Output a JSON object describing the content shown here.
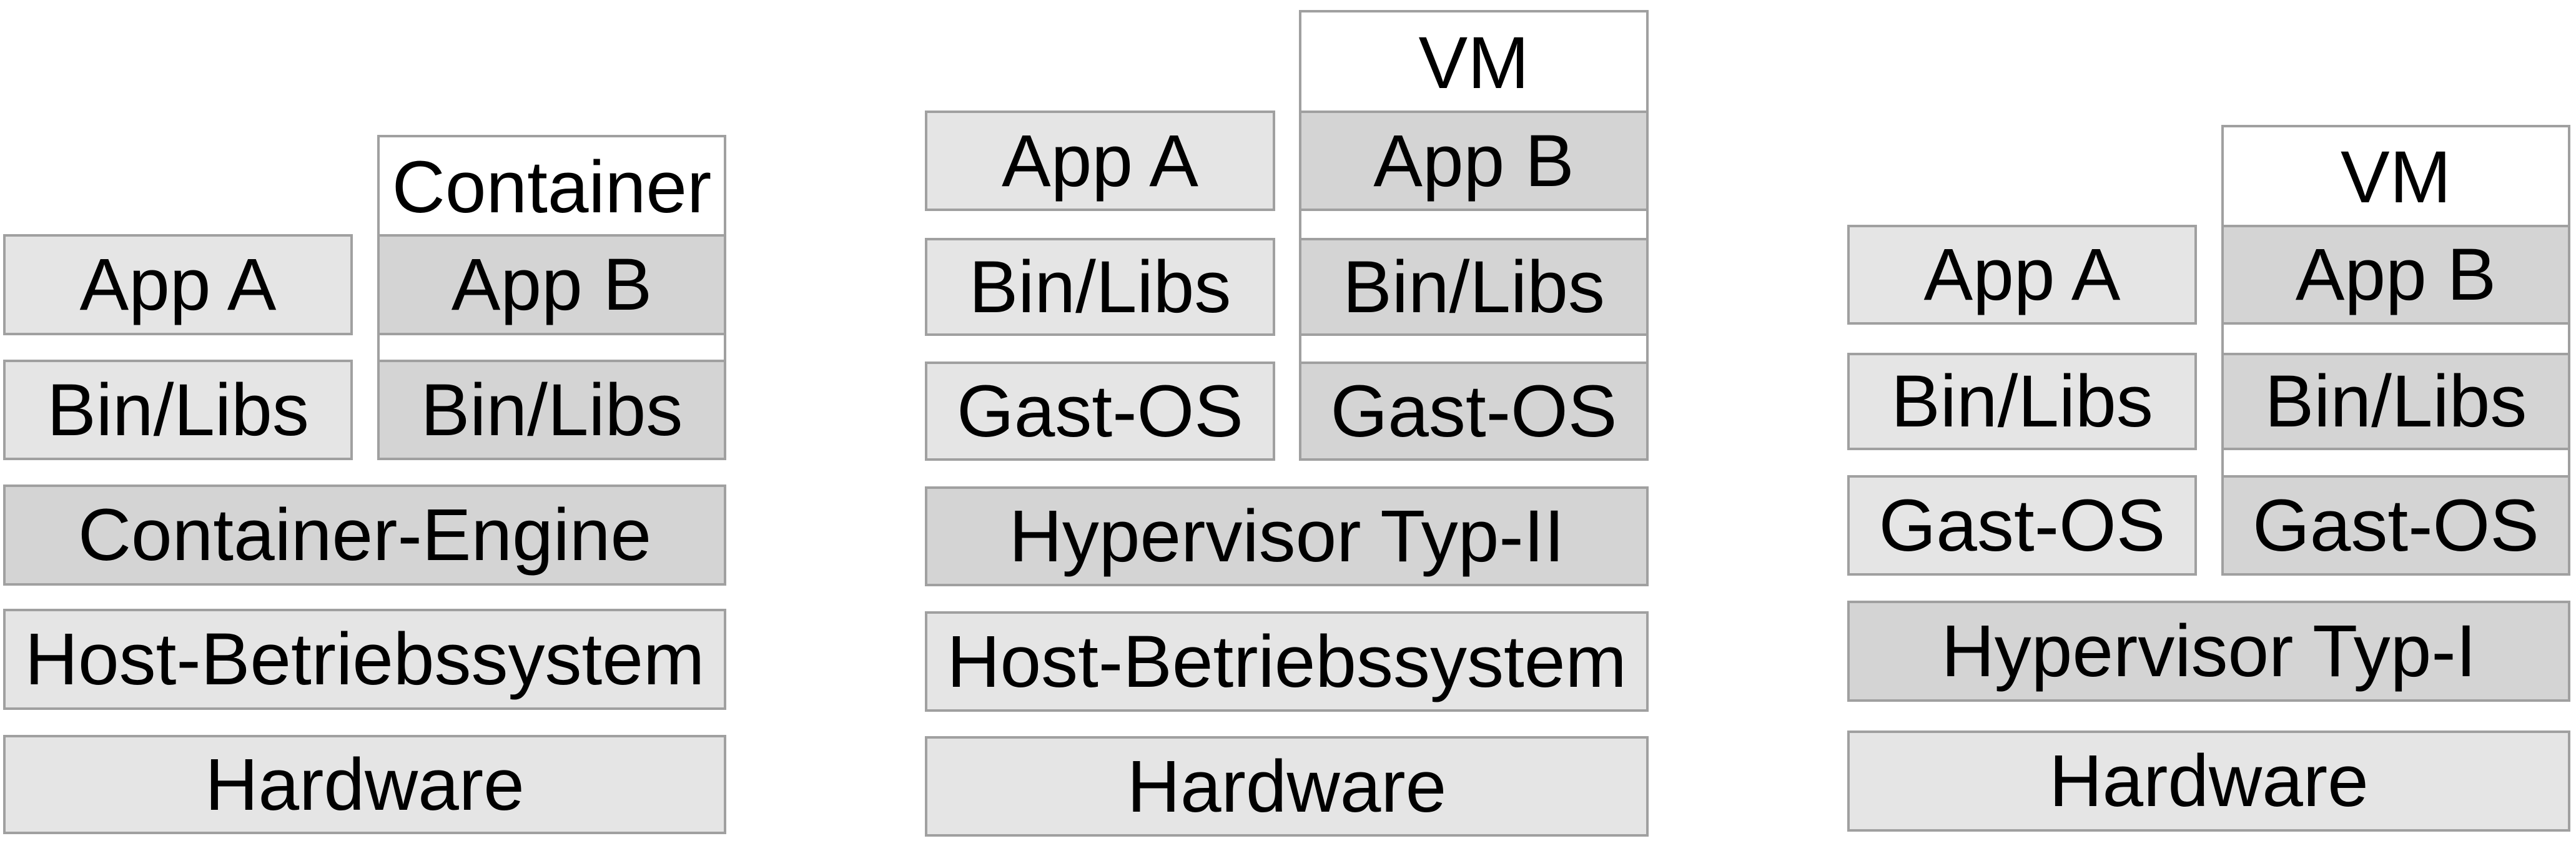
{
  "diagrams": [
    {
      "name": "container",
      "frame_label": "Container",
      "left_stack": [
        "App A",
        "Bin/Libs"
      ],
      "right_stack": [
        "App B",
        "Bin/Libs"
      ],
      "layers": [
        "Container-Engine",
        "Host-Betriebssystem",
        "Hardware"
      ]
    },
    {
      "name": "hypervisor-type-2",
      "frame_label": "VM",
      "left_stack": [
        "App A",
        "Bin/Libs",
        "Gast-OS"
      ],
      "right_stack": [
        "App B",
        "Bin/Libs",
        "Gast-OS"
      ],
      "layers": [
        "Hypervisor Typ-II",
        "Host-Betriebssystem",
        "Hardware"
      ]
    },
    {
      "name": "hypervisor-type-1",
      "frame_label": "VM",
      "left_stack": [
        "App A",
        "Bin/Libs",
        "Gast-OS"
      ],
      "right_stack": [
        "App B",
        "Bin/Libs",
        "Gast-OS"
      ],
      "layers": [
        "Hypervisor Typ-I",
        "Hardware"
      ]
    }
  ],
  "colors": {
    "light_fill": "#e5e5e5",
    "dark_fill": "#d4d4d4",
    "border": "#a0a0a0",
    "frame_fill": "#ffffff",
    "text": "#000000"
  }
}
